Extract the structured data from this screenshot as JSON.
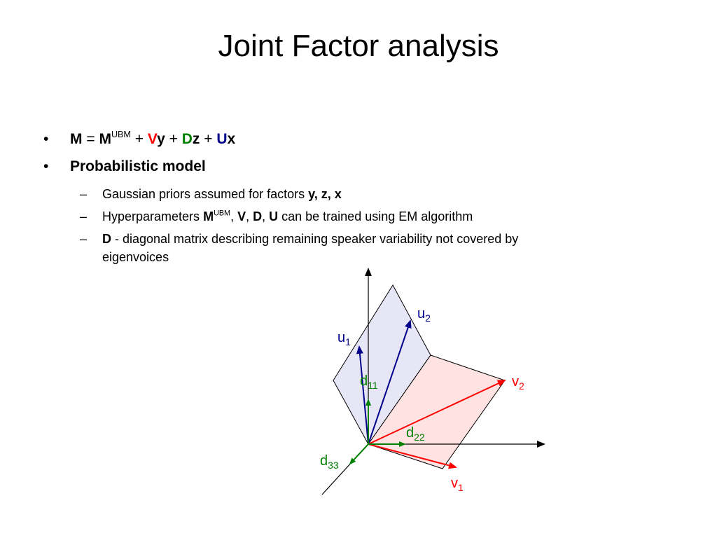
{
  "title": "Joint Factor analysis",
  "bullets": {
    "b1": {
      "mark": "•",
      "m1": "M",
      "eq": " = ",
      "m2": "M",
      "ubm": "UBM",
      "plus1": " + ",
      "V": "V",
      "y": "y",
      "plus2": " + ",
      "D": "D",
      "z": "z",
      "plus3": " + ",
      "U": "U",
      "x": "x"
    },
    "b2": {
      "mark": "•",
      "text": "Probabilistic model"
    },
    "s1": {
      "mark": "–",
      "text": "Gaussian priors assumed for factors ",
      "bold": "y, z, x"
    },
    "s2": {
      "mark": "–",
      "pre": "Hyperparameters ",
      "M": "M",
      "ubm": "UBM",
      "c1": ", ",
      "V": "V",
      "c2": ", ",
      "D": "D",
      "c3": ", ",
      "U": "U",
      "post": " can be trained using EM algorithm"
    },
    "s3": {
      "mark": "–",
      "D": "D",
      "text": " - diagonal matrix describing remaining speaker variability not covered by eigenvoices"
    }
  },
  "diagram": {
    "u1": {
      "base": "u",
      "sub": "1"
    },
    "u2": {
      "base": "u",
      "sub": "2"
    },
    "v1": {
      "base": "v",
      "sub": "1"
    },
    "v2": {
      "base": "v",
      "sub": "2"
    },
    "d11": {
      "base": "d",
      "sub": "11"
    },
    "d22": {
      "base": "d",
      "sub": "22"
    },
    "d33": {
      "base": "d",
      "sub": "33"
    }
  },
  "colors": {
    "red": "#ff0000",
    "green": "#008000",
    "blue": "#00008b",
    "blue_plane": "#e6e6f7",
    "red_plane": "#ffe2e2"
  }
}
